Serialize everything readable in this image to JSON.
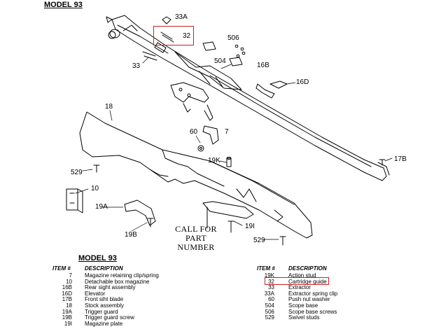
{
  "header": {
    "model_title": "MODEL 93"
  },
  "callouts": {
    "c33a": "33A",
    "c32": "32",
    "c506": "506",
    "c33": "33",
    "c504": "504",
    "c16b": "16B",
    "c16d": "16D",
    "c18": "18",
    "c60": "60",
    "c7": "7",
    "c19k": "19K",
    "c17b": "17B",
    "c529a": "529",
    "c10": "10",
    "c19a": "19A",
    "c19b": "19B",
    "c19i": "19I",
    "c529b": "529"
  },
  "call_note": {
    "line1": "CALL FOR",
    "line2": "PART NUMBER"
  },
  "highlight_color": "#cc2222",
  "table": {
    "model_title": "MODEL 93",
    "item_header": "ITEM #",
    "desc_header": "DESCRIPTION",
    "left": [
      {
        "item": "7",
        "desc": "Magazine retaining clip/spring"
      },
      {
        "item": "10",
        "desc": "Detachable box magazine"
      },
      {
        "item": "16B",
        "desc": "Rear sight assembly"
      },
      {
        "item": "16D",
        "desc": "Elevator"
      },
      {
        "item": "17B",
        "desc": "Front siht blade"
      },
      {
        "item": "18",
        "desc": "Stock assembly"
      },
      {
        "item": "19A",
        "desc": "Trigger guard"
      },
      {
        "item": "19B",
        "desc": "Trigger guard screw"
      },
      {
        "item": "19I",
        "desc": "Magazine plate"
      }
    ],
    "right": [
      {
        "item": "19K",
        "desc": "Action stud"
      },
      {
        "item": "32",
        "desc": "Cartridge guide"
      },
      {
        "item": "33",
        "desc": "Extractor"
      },
      {
        "item": "33A",
        "desc": "Extractor spring clip"
      },
      {
        "item": "60",
        "desc": "Push nut washer"
      },
      {
        "item": "504",
        "desc": "Scope base"
      },
      {
        "item": "506",
        "desc": "Scope base screws"
      },
      {
        "item": "529",
        "desc": "Swivel studs"
      }
    ]
  }
}
